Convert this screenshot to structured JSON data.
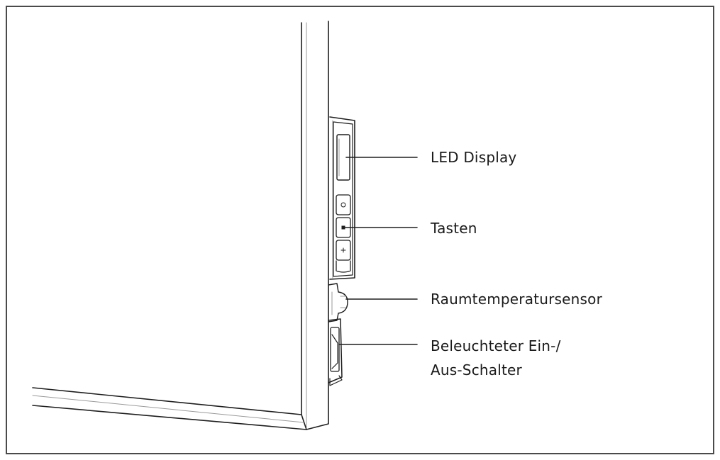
{
  "labels": {
    "led_display": "LED Display",
    "buttons": "Tasten",
    "room_temp_sensor": "Raumtemperatursensor",
    "switch_line1": "Beleuchteter Ein-/",
    "switch_line2": "Aus-Schalter"
  },
  "colors": {
    "line": "#1e1e1e",
    "frame": "#4a4a4a",
    "light_grey": "#9a9a9a"
  },
  "icons": [
    "power-icon",
    "mode-icon",
    "plus-icon"
  ]
}
